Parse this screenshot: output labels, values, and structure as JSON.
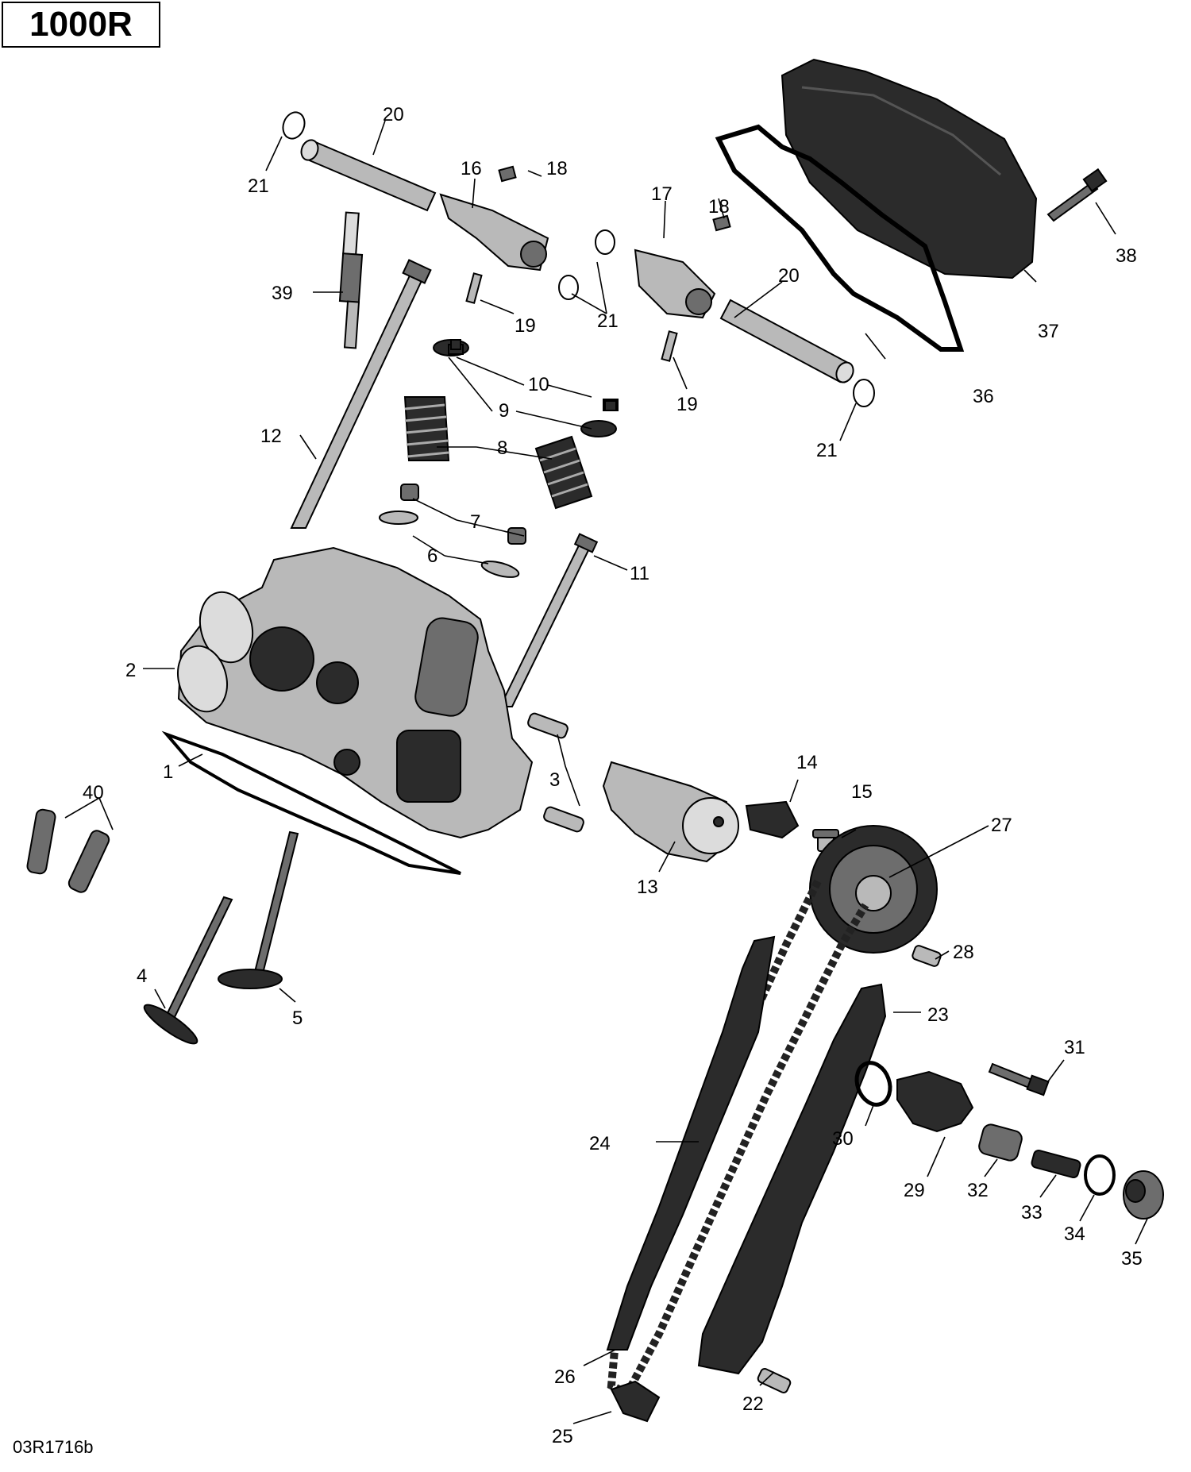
{
  "model_label": "1000R",
  "figure_code": "03R1716b",
  "callouts": {
    "c1": "1",
    "c2": "2",
    "c3": "3",
    "c4": "4",
    "c5": "5",
    "c6": "6",
    "c7": "7",
    "c8": "8",
    "c9": "9",
    "c10": "10",
    "c11": "11",
    "c12": "12",
    "c13": "13",
    "c14": "14",
    "c15": "15",
    "c16": "16",
    "c17": "17",
    "c18a": "18",
    "c18b": "18",
    "c19a": "19",
    "c19b": "19",
    "c20a": "20",
    "c20b": "20",
    "c21a": "21",
    "c21b": "21",
    "c21c": "21",
    "c22": "22",
    "c23": "23",
    "c24": "24",
    "c25": "25",
    "c26": "26",
    "c27": "27",
    "c28": "28",
    "c29": "29",
    "c30": "30",
    "c31": "31",
    "c32": "32",
    "c33": "33",
    "c34": "34",
    "c35": "35",
    "c36": "36",
    "c37": "37",
    "c38": "38",
    "c39": "39",
    "c40": "40"
  }
}
